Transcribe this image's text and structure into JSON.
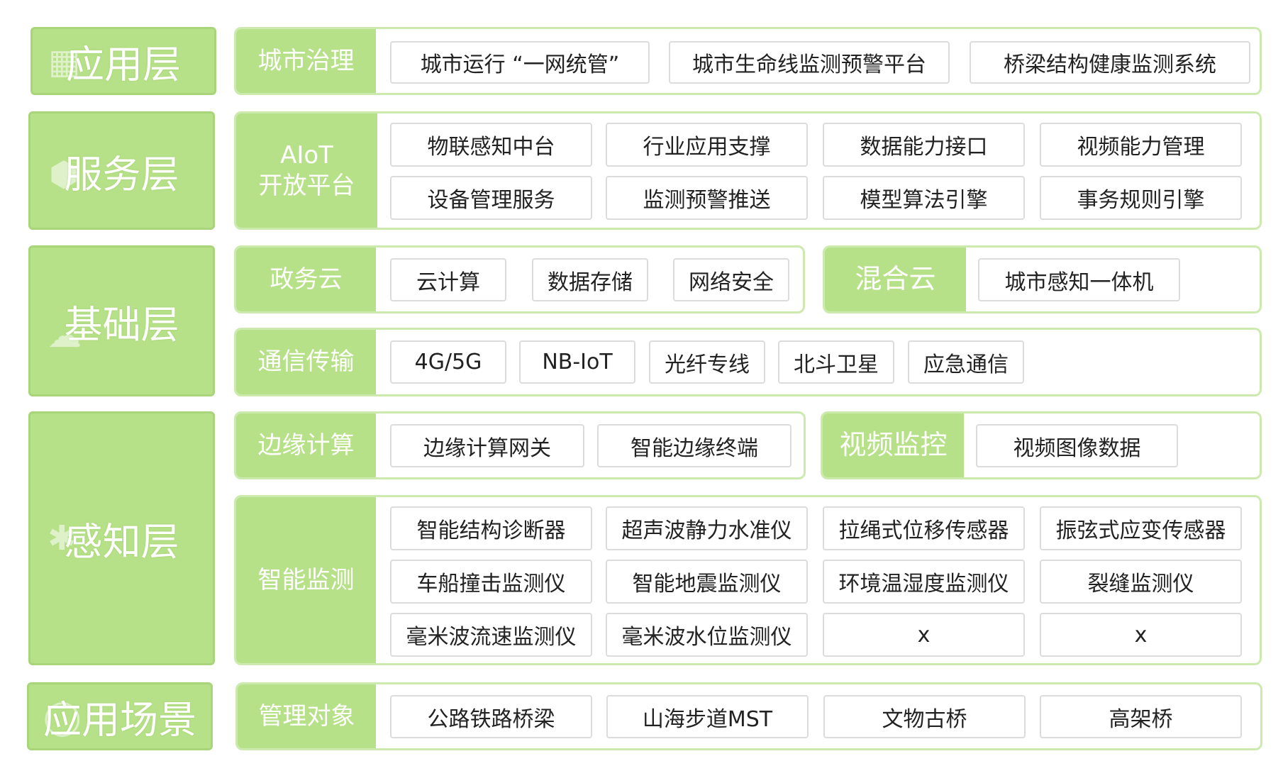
{
  "layers": {
    "application": "应用层",
    "service": "服务层",
    "foundation": "基础层",
    "perception": "感知层",
    "scenarios": "应用场景"
  },
  "icons": {
    "application": "grid-icon",
    "service": "cube-icon",
    "foundation": "cloud-icon",
    "perception": "network-icon",
    "scenarios": "circle-icon"
  },
  "colors": {
    "green": "#b7e188",
    "green_border": "#a8d57a",
    "panel_border": "#cdeaae",
    "cell_border": "#dcdcdc",
    "text": "#222222"
  },
  "city_governance": {
    "title": "城市治理",
    "items": [
      "城市运行 “一网统管”",
      "城市生命线监测预警平台",
      "桥梁结构健康监测系统"
    ]
  },
  "aiot": {
    "title_line1": "AIoT",
    "title_line2": "开放平台",
    "items": [
      "物联感知中台",
      "行业应用支撑",
      "数据能力接口",
      "视频能力管理",
      "设备管理服务",
      "监测预警推送",
      "模型算法引擎",
      "事务规则引擎"
    ]
  },
  "gov_cloud": {
    "title": "政务云",
    "items": [
      "云计算",
      "数据存储",
      "网络安全"
    ]
  },
  "hybrid_cloud": {
    "title": "混合云",
    "items": [
      "城市感知一体机"
    ]
  },
  "comm": {
    "title": "通信传输",
    "items": [
      "4G/5G",
      "NB-IoT",
      "光纤专线",
      "北斗卫星",
      "应急通信"
    ]
  },
  "edge": {
    "title": "边缘计算",
    "items": [
      "边缘计算网关",
      "智能边缘终端"
    ]
  },
  "video": {
    "title": "视频监控",
    "items": [
      "视频图像数据"
    ]
  },
  "monitoring": {
    "title": "智能监测",
    "items": [
      "智能结构诊断器",
      "超声波静力水准仪",
      "拉绳式位移传感器",
      "振弦式应变传感器",
      "车船撞击监测仪",
      "智能地震监测仪",
      "环境温湿度监测仪",
      "裂缝监测仪",
      "毫米波流速监测仪",
      "毫米波水位监测仪",
      "x",
      "x"
    ]
  },
  "management": {
    "title": "管理对象",
    "items": [
      "公路铁路桥梁",
      "山海步道MST",
      "文物古桥",
      "高架桥"
    ]
  }
}
